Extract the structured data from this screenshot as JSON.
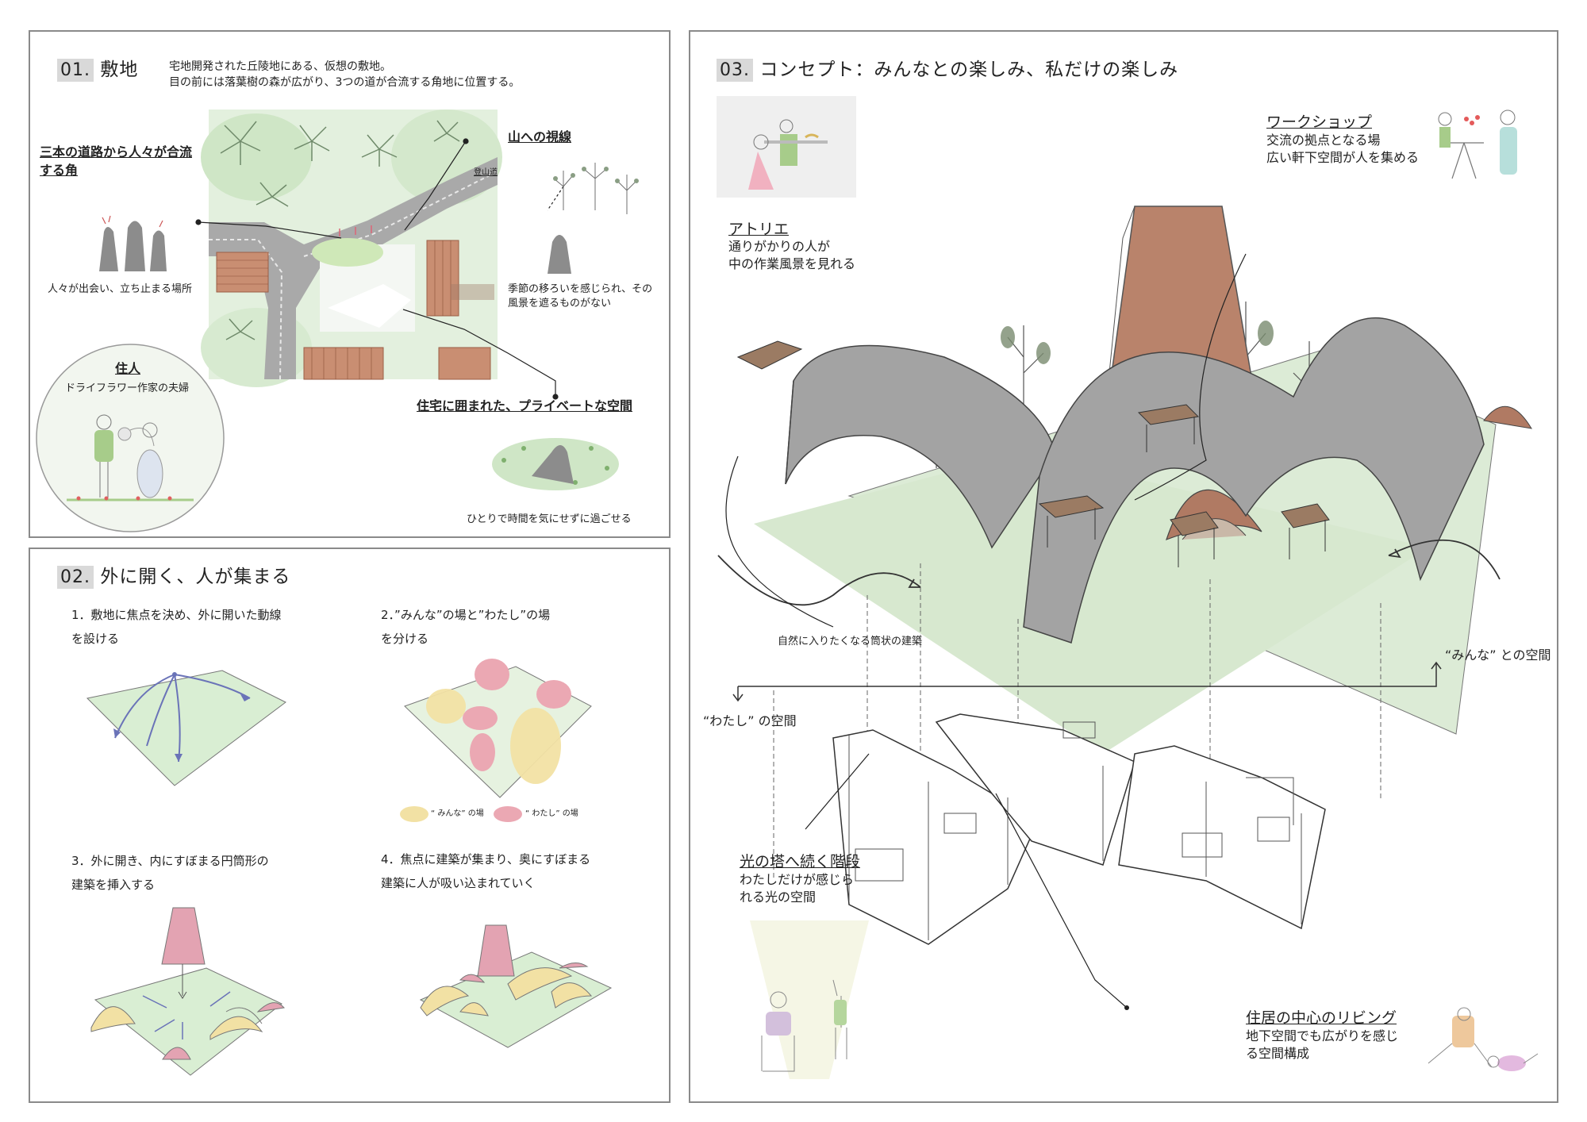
{
  "s1": {
    "num": "01.",
    "title": "敷地",
    "intro": [
      "宅地開発された丘陵地にある、仮想の敷地。",
      "目の前には落葉樹の森が広がり、3つの道が合流する角地に位置する。"
    ],
    "corner_head": [
      "三本の道路から人々が合流",
      "する角"
    ],
    "corner_desc": "人々が出会い、立ち止まる場所",
    "sightline_head": "山への視線",
    "map_road_label": "登山道",
    "season_desc": [
      "季節の移ろいを感じられ、その",
      "風景を遮るものがない"
    ],
    "resident_head": "住人",
    "resident_desc": "ドライフラワー作家の夫婦",
    "private_head": "住宅に囲まれた、プライベートな空間",
    "private_desc": "ひとりで時間を気にせずに過ごせる"
  },
  "s2": {
    "num": "02.",
    "title": "外に開く、人が集まる",
    "step1": [
      "1．敷地に焦点を決め、外に開いた動線",
      "を設ける"
    ],
    "step2": [
      "2．”みんな”の場と”わたし”の場",
      "を分ける"
    ],
    "legend": [
      "“ みんな” の場",
      "“ わたし” の場"
    ],
    "step3": [
      "3．外に開き、内にすぼまる円筒形の",
      "建築を挿入する"
    ],
    "step4": [
      "4．焦点に建築が集まり、奥にすぼまる",
      "建築に人が吸い込まれていく"
    ]
  },
  "s3": {
    "num": "03.",
    "title": "コンセプト：みんなとの楽しみ、私だけの楽しみ",
    "atelier_head": "アトリエ",
    "atelier_desc": [
      "通りがかりの人が",
      "中の作業風景を見れる"
    ],
    "workshop_head": "ワークショップ",
    "workshop_desc": [
      "交流の拠点となる場",
      "広い軒下空間が人を集める"
    ],
    "natural_caption": "自然に入りたくなる筒状の建築",
    "minna_space": "“みんな” との空間",
    "watashi_space": "“わたし” の空間",
    "stair_head": "光の塔へ続く階段",
    "stair_desc": [
      "わたしだけが感じら",
      "れる光の空間"
    ],
    "living_head": "住居の中心のリビング",
    "living_desc": [
      "地下空間でも広がりを感じ",
      "る空間構成"
    ]
  },
  "colors": {
    "panel_border": "#8a8a8a",
    "num_bg": "#d9d9d9",
    "leaf_green": "#cfe6c6",
    "roof_brown": "#b07a63",
    "tower_brown": "#b9836b",
    "shell_grey": "#9a9a9a",
    "minna_yellow": "#f2e1a4",
    "watashi_pink": "#eba8b3",
    "arrow_blue": "#6a73b8",
    "tower_pink": "#e3a3b2"
  }
}
